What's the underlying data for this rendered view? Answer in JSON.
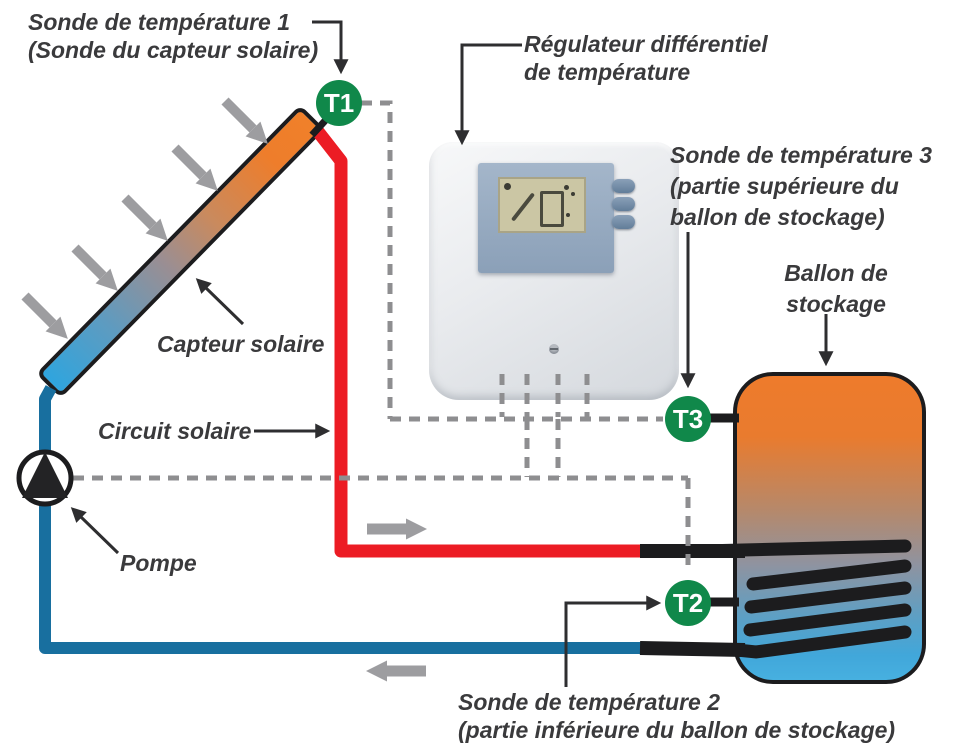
{
  "labels": {
    "sensor1": {
      "line1": "Sonde de température 1",
      "line2": "(Sonde du capteur solaire)"
    },
    "regulator": {
      "line1": "Régulateur différentiel",
      "line2": "de température"
    },
    "sensor3": {
      "line1": "Sonde de température 3",
      "line2": "(partie supérieure du",
      "line3": "ballon de stockage)"
    },
    "tank": {
      "line1": "Ballon de",
      "line2": "stockage"
    },
    "collector": "Capteur solaire",
    "circuit": "Circuit solaire",
    "pump": "Pompe",
    "sensor2": {
      "line1": "Sonde de température 2",
      "line2": "(partie inférieure du ballon de stockage)"
    }
  },
  "nodes": {
    "t1": "T1",
    "t2": "T2",
    "t3": "T3"
  },
  "colors": {
    "sensor_green": "#10884a",
    "hot_pipe_red": "#ec1c24",
    "cold_pipe_blue": "#186f9f",
    "wire_dash_gray": "#8e8e90",
    "flow_arrow_gray": "#9d9da0",
    "label_text": "#3a3a3c",
    "tank_top_orange": "#ee7b2c",
    "tank_bottom_blue": "#47b0e0",
    "outline_black": "#1c1c1e"
  }
}
